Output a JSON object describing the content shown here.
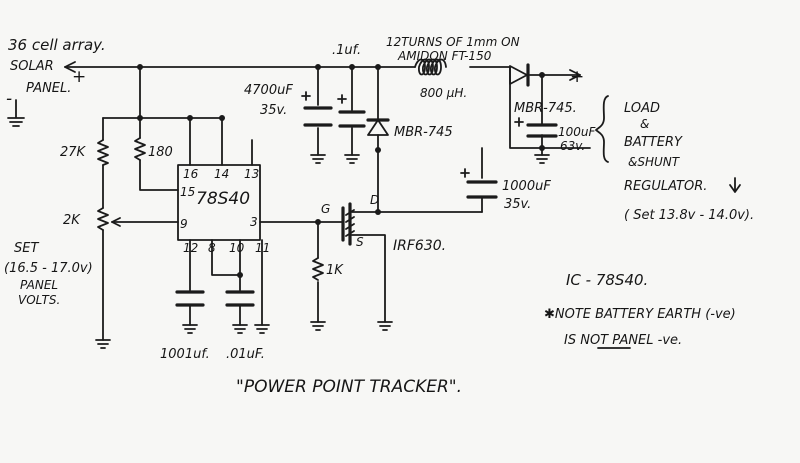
{
  "source": {
    "line1": "36 cell array.",
    "line2": "SOLAR",
    "line3": "PANEL.",
    "plus": "+",
    "minus": "-"
  },
  "labels": {
    "r27k": "27K",
    "r180": "180",
    "r2k": "2K",
    "r1k": "1K",
    "set_panel_1": "SET",
    "set_panel_2": "(16.5 - 17.0v)",
    "set_panel_3": "PANEL",
    "set_panel_4": "VOLTS.",
    "c4700_1": "4700uF",
    "c4700_2": "35v.",
    "c01": ".1uf.",
    "inductor_1": "12TURNS OF 1mm ON",
    "inductor_2": "AMIDON FT-150",
    "inductor_3": "800 µH.",
    "d_mbr1": "MBR-745",
    "d_mbr2": "MBR-745.",
    "c100_1": "100uF",
    "c100_2": "63v.",
    "c1000_1": "1000uF",
    "c1000_2": "35v.",
    "mosfet": "IRF630.",
    "pin_g": "G",
    "pin_d": "D",
    "pin_s": "S",
    "ic": "78S40",
    "pin15": "15",
    "pin16": "16",
    "pin14": "14",
    "pin13": "13",
    "pin3": "3",
    "pin9": "9",
    "pin12": "12",
    "pin8": "8",
    "pin10": "10",
    "pin11": "11",
    "c1001": "1001uf.",
    "c01b": ".01uF.",
    "load_1": "LOAD",
    "load_2": "&",
    "load_3": "BATTERY",
    "load_4": "&SHUNT",
    "load_5": "REGULATOR.",
    "load_6": "( Set 13.8v - 14.0v).",
    "ic_note": "IC - 78S40.",
    "note_1": "✱NOTE BATTERY EARTH (-ve)",
    "note_2": "IS NOT PANEL -ve.",
    "title": "\"POWER POINT TRACKER\"."
  }
}
